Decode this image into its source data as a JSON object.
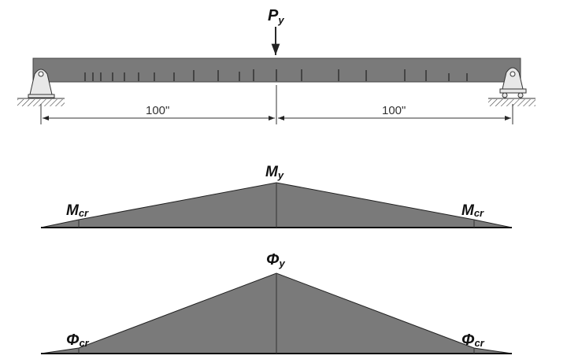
{
  "load": {
    "label": "P",
    "sub": "y"
  },
  "dimensions": {
    "left": "100\"",
    "right": "100\""
  },
  "moment": {
    "peak_label": "M",
    "peak_sub": "y",
    "crack_label_left": "M",
    "crack_sub_left": "cr",
    "crack_label_right": "M",
    "crack_sub_right": "cr"
  },
  "curvature": {
    "peak_label": "Φ",
    "peak_sub": "y",
    "crack_label_left": "Φ",
    "crack_sub_left": "cr",
    "crack_label_right": "Φ",
    "crack_sub_right": "cr"
  },
  "colors": {
    "fill": "#7a7a7a",
    "stroke": "#222222"
  }
}
